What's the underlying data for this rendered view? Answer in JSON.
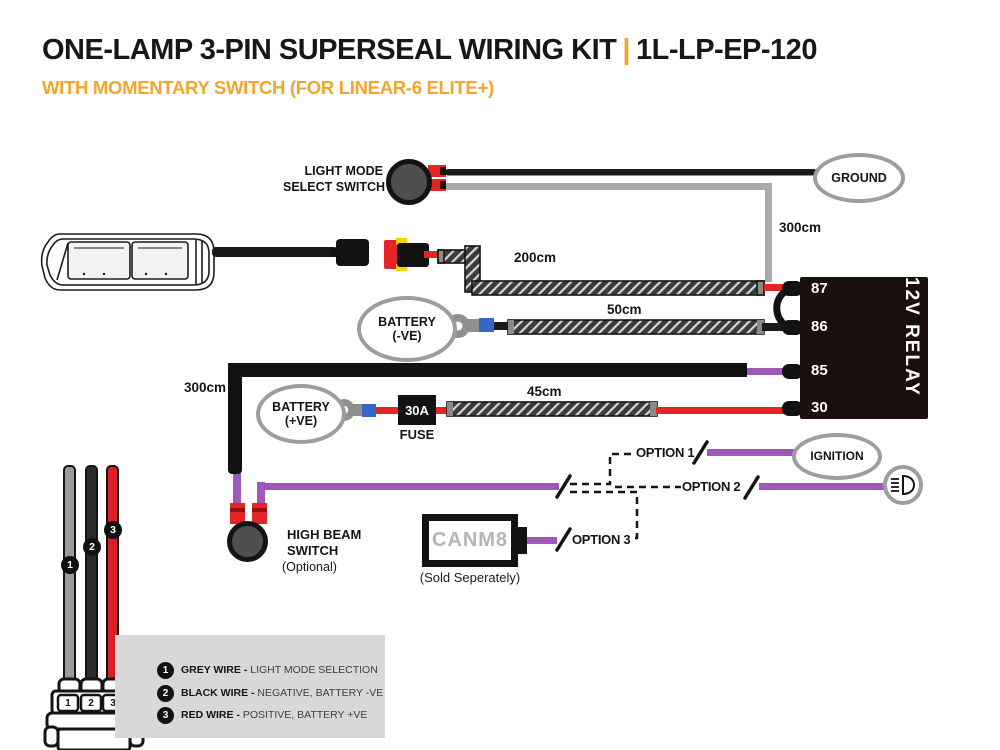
{
  "header": {
    "title_main": "ONE-LAMP 3-PIN SUPERSEAL WIRING KIT",
    "title_divider": "|",
    "title_code": "1L-LP-EP-120",
    "subtitle": "WITH MOMENTARY SWITCH (FOR LINEAR-6 ELITE+)"
  },
  "labels": {
    "light_mode_switch_line1": "LIGHT MODE",
    "light_mode_switch_line2": "SELECT SWITCH",
    "ground": "GROUND",
    "switch_wire_length": "300cm",
    "lamp_wire_length": "200cm",
    "battery_neg_line1": "BATTERY",
    "battery_neg_line2": "(-VE)",
    "neg_wire_length": "50cm",
    "battery_pos_line1": "BATTERY",
    "battery_pos_line2": "(+VE)",
    "pos_wire_length": "45cm",
    "fuse_rating": "30A",
    "fuse": "FUSE",
    "high_beam_wire_length": "300cm",
    "high_beam_line1": "HIGH BEAM",
    "high_beam_line2": "SWITCH",
    "high_beam_note": "(Optional)",
    "option1": "OPTION 1",
    "option2": "OPTION 2",
    "option3": "OPTION 3",
    "ignition": "IGNITION",
    "canm8": "CANM8",
    "canm8_note": "(Sold Seperately)"
  },
  "relay": {
    "title": "12V RELAY",
    "pins": [
      "87",
      "86",
      "85",
      "30"
    ]
  },
  "connector": {
    "pins": [
      "1",
      "2",
      "3"
    ]
  },
  "wire_tags": [
    "1",
    "2",
    "3"
  ],
  "legend": {
    "items": [
      {
        "num": "1",
        "label": "GREY WIRE -",
        "desc": " LIGHT MODE SELECTION"
      },
      {
        "num": "2",
        "label": "BLACK WIRE -",
        "desc": " NEGATIVE, BATTERY -VE"
      },
      {
        "num": "3",
        "label": "RED WIRE -",
        "desc": " POSITIVE, BATTERY +VE"
      }
    ]
  },
  "colors": {
    "accent_orange": "#F2A52D",
    "wire_red": "#E42528",
    "wire_purple": "#9D59B8",
    "wire_grey": "#A9A9A9",
    "wire_black": "#1A1A1A",
    "crimp_blue": "#3468C8",
    "relay_body": "#1B0F0D",
    "legend_bg": "#D8D8D8"
  }
}
